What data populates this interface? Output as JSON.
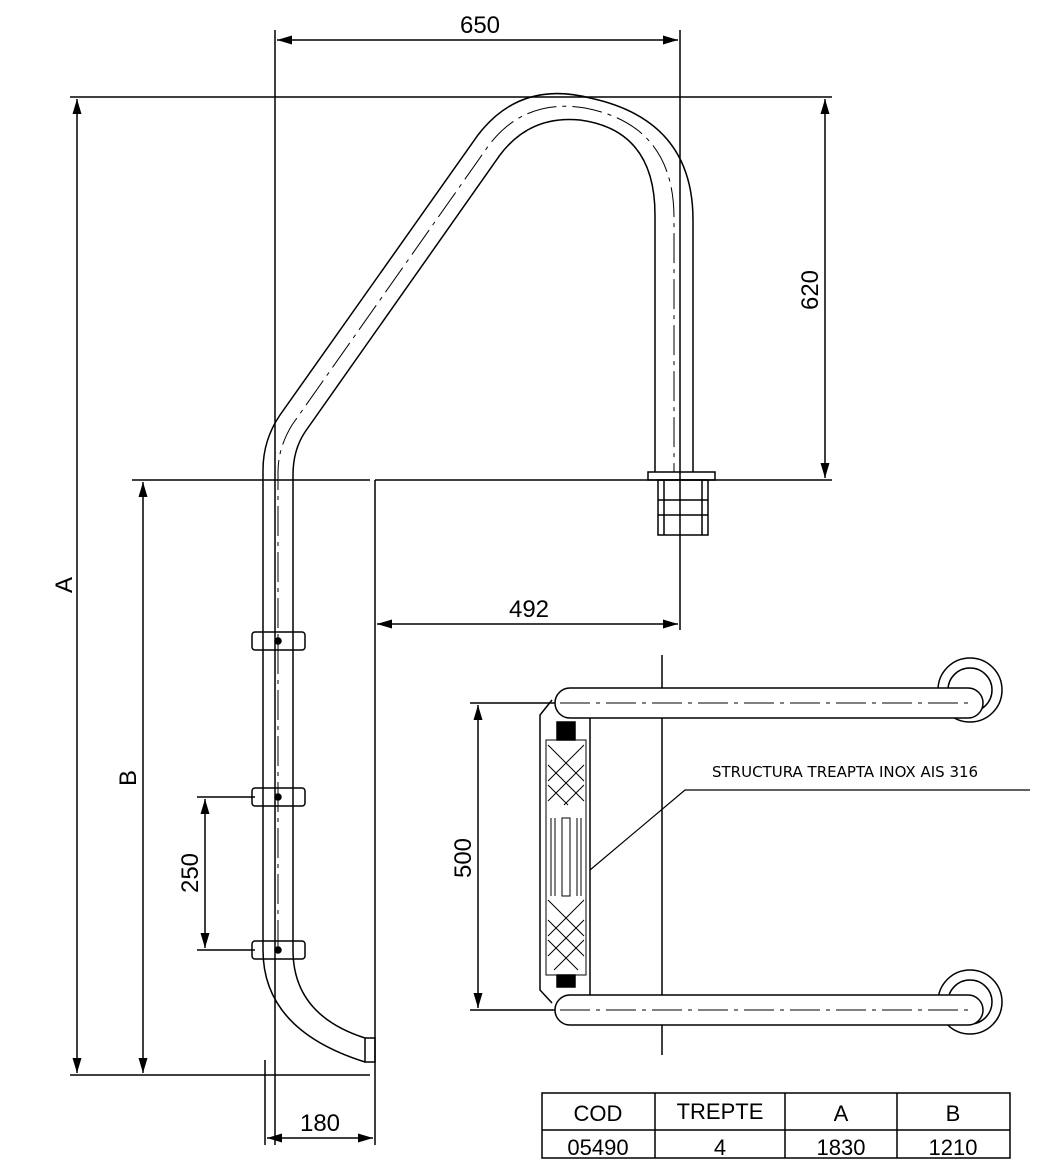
{
  "title": "Pool ladder technical drawing",
  "dimensions": {
    "width_total": "650",
    "height_handrail": "620",
    "offset_wall": "492",
    "step_spacing": "250",
    "base_offset": "180",
    "step_width": "500",
    "height_A": "A",
    "height_B": "B"
  },
  "annotation": "STRUCTURA TREAPTA INOX AIS 316",
  "table": {
    "headers": [
      "COD",
      "TREPTE",
      "A",
      "B"
    ],
    "rows": [
      [
        "05490",
        "4",
        "1830",
        "1210"
      ]
    ]
  }
}
